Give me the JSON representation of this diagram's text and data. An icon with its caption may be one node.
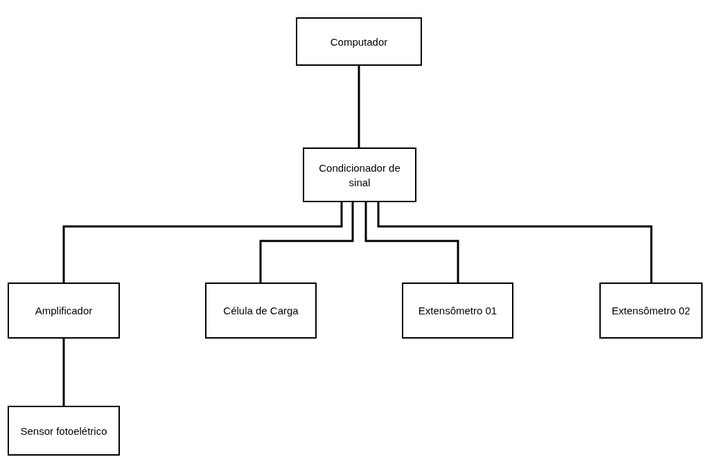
{
  "diagram": {
    "nodes": [
      {
        "text": [
          "Computador"
        ]
      },
      {
        "text": [
          "Condicionador de sinal"
        ]
      },
      {
        "text": [
          "Amplificador"
        ]
      },
      {
        "text": [
          "Célula de Carga"
        ]
      },
      {
        "text": [
          "Extensômetro 01"
        ]
      },
      {
        "text": [
          "Extensômetro 02"
        ]
      },
      {
        "text": [
          "Sensor fotoelétrico"
        ]
      }
    ],
    "edges": [
      {
        "from": 0,
        "to": 1,
        "arrow": "none"
      },
      {
        "from": 1,
        "to": 2,
        "arrow": "none"
      },
      {
        "from": 1,
        "to": 3,
        "arrow": "none"
      },
      {
        "from": 1,
        "to": 4,
        "arrow": "none"
      },
      {
        "from": 1,
        "to": 5,
        "arrow": "none"
      },
      {
        "from": 2,
        "to": 6,
        "arrow": "none"
      }
    ]
  }
}
